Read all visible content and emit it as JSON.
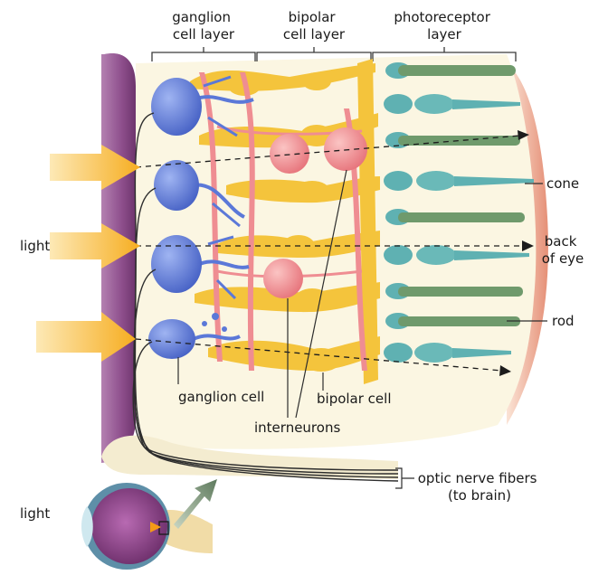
{
  "labels": {
    "ganglion_layer": [
      "ganglion",
      "cell layer"
    ],
    "bipolar_layer": [
      "bipolar",
      "cell layer"
    ],
    "photoreceptor_layer": [
      "photoreceptor",
      "layer"
    ],
    "cone": "cone",
    "back_of_eye": [
      "back",
      "of eye"
    ],
    "rod": "rod",
    "light_main": "light",
    "ganglion_cell": "ganglion cell",
    "bipolar_cell": "bipolar cell",
    "interneurons": "interneurons",
    "optic_nerve": [
      "optic nerve fibers",
      "(to brain)"
    ],
    "light_eye": "light"
  },
  "colors": {
    "ganglion": "#5b78d8",
    "bipolar": "#f4c43c",
    "interneuron": "#ef8d92",
    "photoreceptor_teal": "#5fb1b2",
    "photoreceptor_green": "#6f9a6c",
    "sclera_purple": "#8d4e8c",
    "retina_bg": "#fbf6e2",
    "back_tissue": "#e9a08a",
    "light_arrow": "#f7b52a"
  }
}
